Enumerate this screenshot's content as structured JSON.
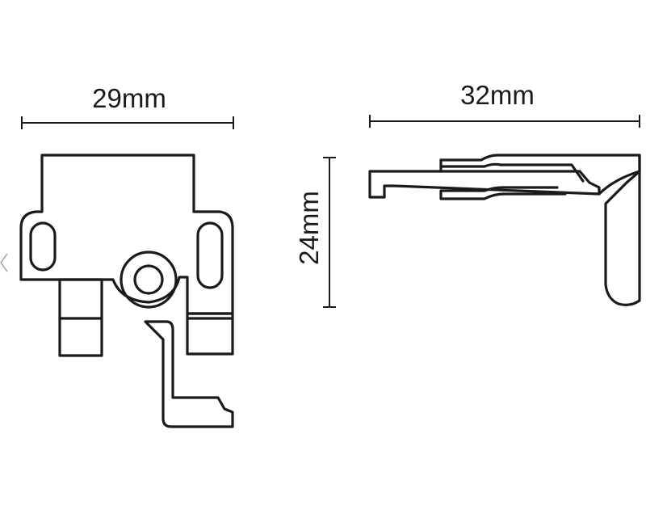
{
  "dimensions": {
    "front_width": "29mm",
    "side_width": "32mm",
    "side_height": "24mm"
  },
  "icons": {
    "prev": "chevron-left-icon"
  },
  "colors": {
    "stroke": "#1a1a1a",
    "background": "#ffffff",
    "arrow": "#9a9a9a"
  }
}
